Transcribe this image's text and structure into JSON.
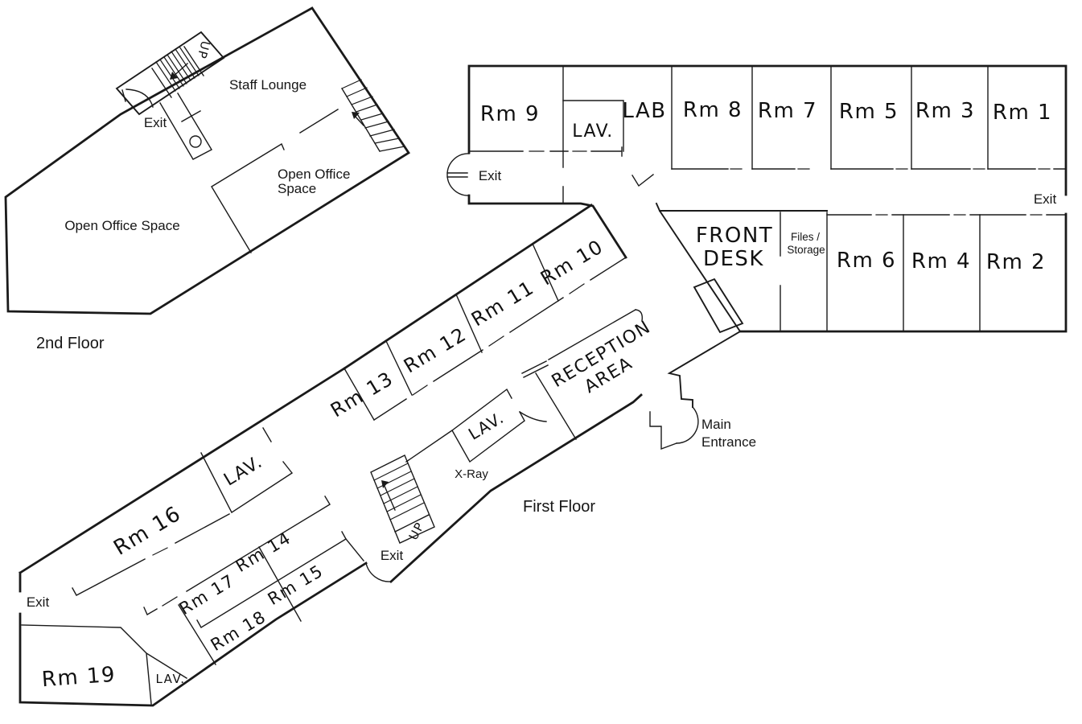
{
  "page": {
    "background": "#ffffff",
    "ink": "#1a1a1a"
  },
  "second_floor": {
    "title": "2nd Floor",
    "staff_lounge": "Staff Lounge",
    "open_office_left": "Open Office Space",
    "open_office_right": [
      "Open Office",
      "Space"
    ],
    "exit_label": "Exit",
    "up_label": "UP"
  },
  "first_floor": {
    "title": "First Floor",
    "rooms": {
      "rm1": "Rm 1",
      "rm2": "Rm 2",
      "rm3": "Rm 3",
      "rm4": "Rm 4",
      "rm5": "Rm 5",
      "rm6": "Rm 6",
      "rm7": "Rm 7",
      "rm8": "Rm 8",
      "rm9": "Rm 9",
      "rm10": "Rm 10",
      "rm11": "Rm 11",
      "rm12": "Rm 12",
      "rm13": "Rm 13",
      "rm14": "Rm 14",
      "rm15": "Rm 15",
      "rm16": "Rm 16",
      "rm17": "Rm 17",
      "rm18": "Rm 18",
      "rm19": "Rm 19"
    },
    "lab": "LAB",
    "lav": "LAV.",
    "front_desk": [
      "FRONT",
      "DESK"
    ],
    "files_storage": [
      "Files /",
      "Storage"
    ],
    "reception": [
      "RECEPTION",
      "AREA"
    ],
    "xray": "X-Ray",
    "main_entrance": [
      "Main",
      "Entrance"
    ],
    "exit_label": "Exit",
    "up_label": "UP"
  }
}
